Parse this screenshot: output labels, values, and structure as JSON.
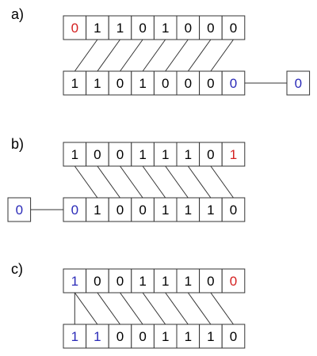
{
  "colors": {
    "normal": "#000000",
    "red": "#d42020",
    "blue": "#2a2ab8",
    "line": "#333333"
  },
  "panels": [
    {
      "label": "a)",
      "top_row": [
        {
          "bit": "0",
          "color": "red"
        },
        {
          "bit": "1",
          "color": "normal"
        },
        {
          "bit": "1",
          "color": "normal"
        },
        {
          "bit": "0",
          "color": "normal"
        },
        {
          "bit": "1",
          "color": "normal"
        },
        {
          "bit": "0",
          "color": "normal"
        },
        {
          "bit": "0",
          "color": "normal"
        },
        {
          "bit": "0",
          "color": "normal"
        }
      ],
      "bottom_row": [
        {
          "bit": "1",
          "color": "normal"
        },
        {
          "bit": "1",
          "color": "normal"
        },
        {
          "bit": "0",
          "color": "normal"
        },
        {
          "bit": "1",
          "color": "normal"
        },
        {
          "bit": "0",
          "color": "normal"
        },
        {
          "bit": "0",
          "color": "normal"
        },
        {
          "bit": "0",
          "color": "normal"
        },
        {
          "bit": "0",
          "color": "blue"
        }
      ],
      "shift": "left",
      "carry": {
        "bit": "0",
        "color": "blue",
        "side": "right"
      }
    },
    {
      "label": "b)",
      "top_row": [
        {
          "bit": "1",
          "color": "normal"
        },
        {
          "bit": "0",
          "color": "normal"
        },
        {
          "bit": "0",
          "color": "normal"
        },
        {
          "bit": "1",
          "color": "normal"
        },
        {
          "bit": "1",
          "color": "normal"
        },
        {
          "bit": "1",
          "color": "normal"
        },
        {
          "bit": "0",
          "color": "normal"
        },
        {
          "bit": "1",
          "color": "red"
        }
      ],
      "bottom_row": [
        {
          "bit": "0",
          "color": "blue"
        },
        {
          "bit": "1",
          "color": "normal"
        },
        {
          "bit": "0",
          "color": "normal"
        },
        {
          "bit": "0",
          "color": "normal"
        },
        {
          "bit": "1",
          "color": "normal"
        },
        {
          "bit": "1",
          "color": "normal"
        },
        {
          "bit": "1",
          "color": "normal"
        },
        {
          "bit": "0",
          "color": "normal"
        }
      ],
      "shift": "right",
      "carry": {
        "bit": "0",
        "color": "blue",
        "side": "left"
      }
    },
    {
      "label": "c)",
      "top_row": [
        {
          "bit": "1",
          "color": "blue"
        },
        {
          "bit": "0",
          "color": "normal"
        },
        {
          "bit": "0",
          "color": "normal"
        },
        {
          "bit": "1",
          "color": "normal"
        },
        {
          "bit": "1",
          "color": "normal"
        },
        {
          "bit": "1",
          "color": "normal"
        },
        {
          "bit": "0",
          "color": "normal"
        },
        {
          "bit": "0",
          "color": "red"
        }
      ],
      "bottom_row": [
        {
          "bit": "1",
          "color": "blue"
        },
        {
          "bit": "1",
          "color": "blue"
        },
        {
          "bit": "0",
          "color": "normal"
        },
        {
          "bit": "0",
          "color": "normal"
        },
        {
          "bit": "1",
          "color": "normal"
        },
        {
          "bit": "1",
          "color": "normal"
        },
        {
          "bit": "1",
          "color": "normal"
        },
        {
          "bit": "0",
          "color": "normal"
        }
      ],
      "shift": "arithmetic-right",
      "carry": null
    }
  ]
}
